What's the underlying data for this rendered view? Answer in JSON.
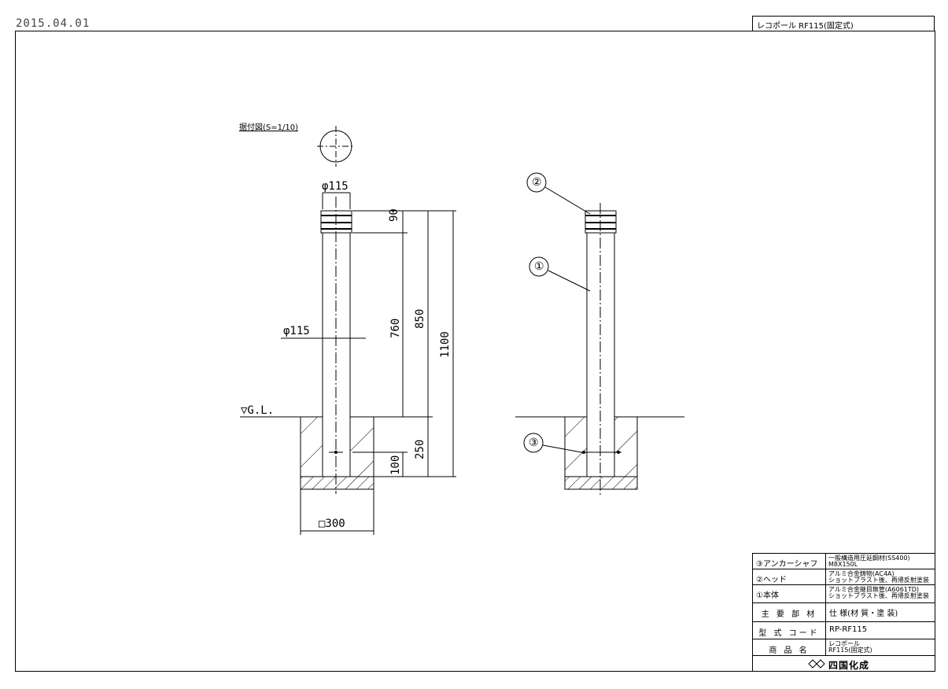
{
  "header": {
    "date": "2015.04.01",
    "drawing_title": "レコポール RF115(固定式)"
  },
  "left_view": {
    "install_label": "据付図(S=1/10)",
    "dia_top": "φ115",
    "dia_mid": "φ115",
    "gl_label": "▽G.L.",
    "dims": [
      "90",
      "760",
      "850",
      "1100",
      "250",
      "100"
    ],
    "base_size": "□300"
  },
  "right_view": {
    "callouts": [
      "②",
      "①",
      "③"
    ]
  },
  "parts_table": {
    "rows": [
      {
        "part": "③アンカーシャフト",
        "spec1": "一般構造用圧延鋼材(SS400)",
        "spec2": "M8X150L"
      },
      {
        "part": "②ヘッド",
        "spec1": "アルミ合金鋳物(AC4A)",
        "spec2": "ショットブラスト後、再帰反射塗装"
      },
      {
        "part": "①本体",
        "spec1": "アルミ合金継目無管(A6061TD)",
        "spec2": "ショットブラスト後、再帰反射塗装"
      }
    ],
    "material_label": "主 要 部 材",
    "material_value": "仕 様(材 質・塗 装)",
    "model_label": "型 式 コード",
    "model_value": "RP-RF115",
    "product_label": "商 品 名",
    "product_value1": "レコポール",
    "product_value2": "RF115(固定式)",
    "company": "四国化成"
  }
}
